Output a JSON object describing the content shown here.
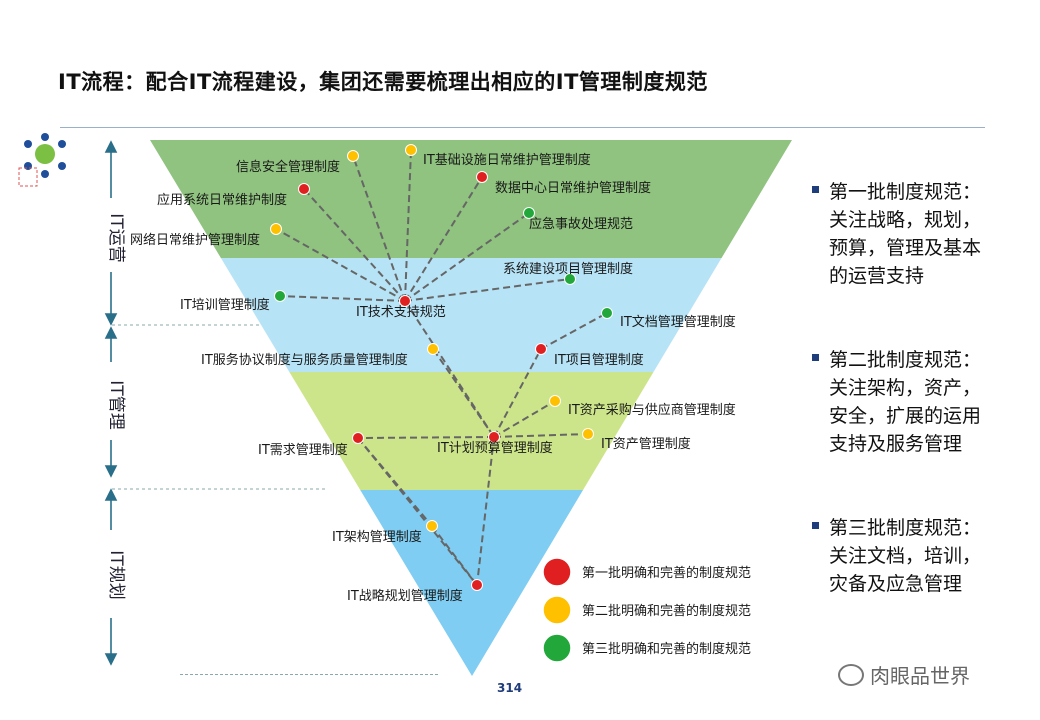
{
  "title": "IT流程：配合IT流程建设，集团还需要梳理出相应的IT管理制度规范",
  "page_number": "314",
  "watermark": "肉眼品世界",
  "side_labels": [
    {
      "id": "ops",
      "text": "IT运营"
    },
    {
      "id": "mgmt",
      "text": "IT管理"
    },
    {
      "id": "plan",
      "text": "IT规划"
    }
  ],
  "bands": [
    {
      "id": "ops",
      "color": "#8fc37f"
    },
    {
      "id": "svc",
      "color": "#b7e3f6"
    },
    {
      "id": "mgmt",
      "color": "#cde58a"
    },
    {
      "id": "plan",
      "color": "#7fcdf2"
    }
  ],
  "status_colors": {
    "batch1": "#e02020",
    "batch2": "#ffc000",
    "batch3": "#22a83a"
  },
  "nodes": [
    {
      "id": "n_info_sec",
      "label": "信息安全管理制度",
      "batch": "batch2"
    },
    {
      "id": "n_infra",
      "label": "IT基础设施日常维护管理制度",
      "batch": "batch2"
    },
    {
      "id": "n_app_ops",
      "label": "应用系统日常维护制度",
      "batch": "batch1"
    },
    {
      "id": "n_dc",
      "label": "数据中心日常维护管理制度",
      "batch": "batch1"
    },
    {
      "id": "n_emerg",
      "label": "应急事故处理规范",
      "batch": "batch3"
    },
    {
      "id": "n_net",
      "label": "网络日常维护管理制度",
      "batch": "batch2"
    },
    {
      "id": "n_sysproj",
      "label": "系统建设项目管理制度",
      "batch": "batch3"
    },
    {
      "id": "n_train",
      "label": "IT培训管理制度",
      "batch": "batch3"
    },
    {
      "id": "n_tech",
      "label": "IT技术支持规范",
      "batch": "batch1"
    },
    {
      "id": "n_doc",
      "label": "IT文档管理管理制度",
      "batch": "batch3"
    },
    {
      "id": "n_sla",
      "label": "IT服务协议制度与服务质量管理制度",
      "batch": "batch2"
    },
    {
      "id": "n_proj",
      "label": "IT项目管理制度",
      "batch": "batch1"
    },
    {
      "id": "n_procure",
      "label": "IT资产采购与供应商管理制度",
      "batch": "batch2"
    },
    {
      "id": "n_req",
      "label": "IT需求管理制度",
      "batch": "batch1"
    },
    {
      "id": "n_budget",
      "label": "IT计划预算管理制度",
      "batch": "batch1"
    },
    {
      "id": "n_asset",
      "label": "IT资产管理制度",
      "batch": "batch2"
    },
    {
      "id": "n_arch",
      "label": "IT架构管理制度",
      "batch": "batch2"
    },
    {
      "id": "n_strategy",
      "label": "IT战略规划管理制度",
      "batch": "batch1"
    }
  ],
  "edges": [
    [
      "n_tech",
      "n_info_sec"
    ],
    [
      "n_tech",
      "n_infra"
    ],
    [
      "n_tech",
      "n_app_ops"
    ],
    [
      "n_tech",
      "n_dc"
    ],
    [
      "n_tech",
      "n_emerg"
    ],
    [
      "n_tech",
      "n_net"
    ],
    [
      "n_tech",
      "n_sysproj"
    ],
    [
      "n_tech",
      "n_train"
    ],
    [
      "n_tech",
      "n_budget"
    ],
    [
      "n_budget",
      "n_proj"
    ],
    [
      "n_proj",
      "n_doc"
    ],
    [
      "n_budget",
      "n_sla"
    ],
    [
      "n_budget",
      "n_procure"
    ],
    [
      "n_budget",
      "n_asset"
    ],
    [
      "n_budget",
      "n_req"
    ],
    [
      "n_budget",
      "n_strategy"
    ],
    [
      "n_req",
      "n_arch"
    ],
    [
      "n_arch",
      "n_strategy"
    ],
    [
      "n_req",
      "n_strategy"
    ]
  ],
  "legend": [
    {
      "batch": "batch1",
      "text": "第一批明确和完善的制度规范"
    },
    {
      "batch": "batch2",
      "text": "第二批明确和完善的制度规范"
    },
    {
      "batch": "batch3",
      "text": "第三批明确和完善的制度规范"
    }
  ],
  "batches": [
    {
      "lines": [
        "第一批制度规范：",
        "关注战略，规划，",
        "预算，管理及基本",
        "的运营支持"
      ]
    },
    {
      "lines": [
        "第二批制度规范：",
        "关注架构，资产，",
        "安全，扩展的运用",
        "支持及服务管理"
      ]
    },
    {
      "lines": [
        "第三批制度规范：",
        "关注文档，培训，",
        "灾备及应急管理"
      ]
    }
  ]
}
